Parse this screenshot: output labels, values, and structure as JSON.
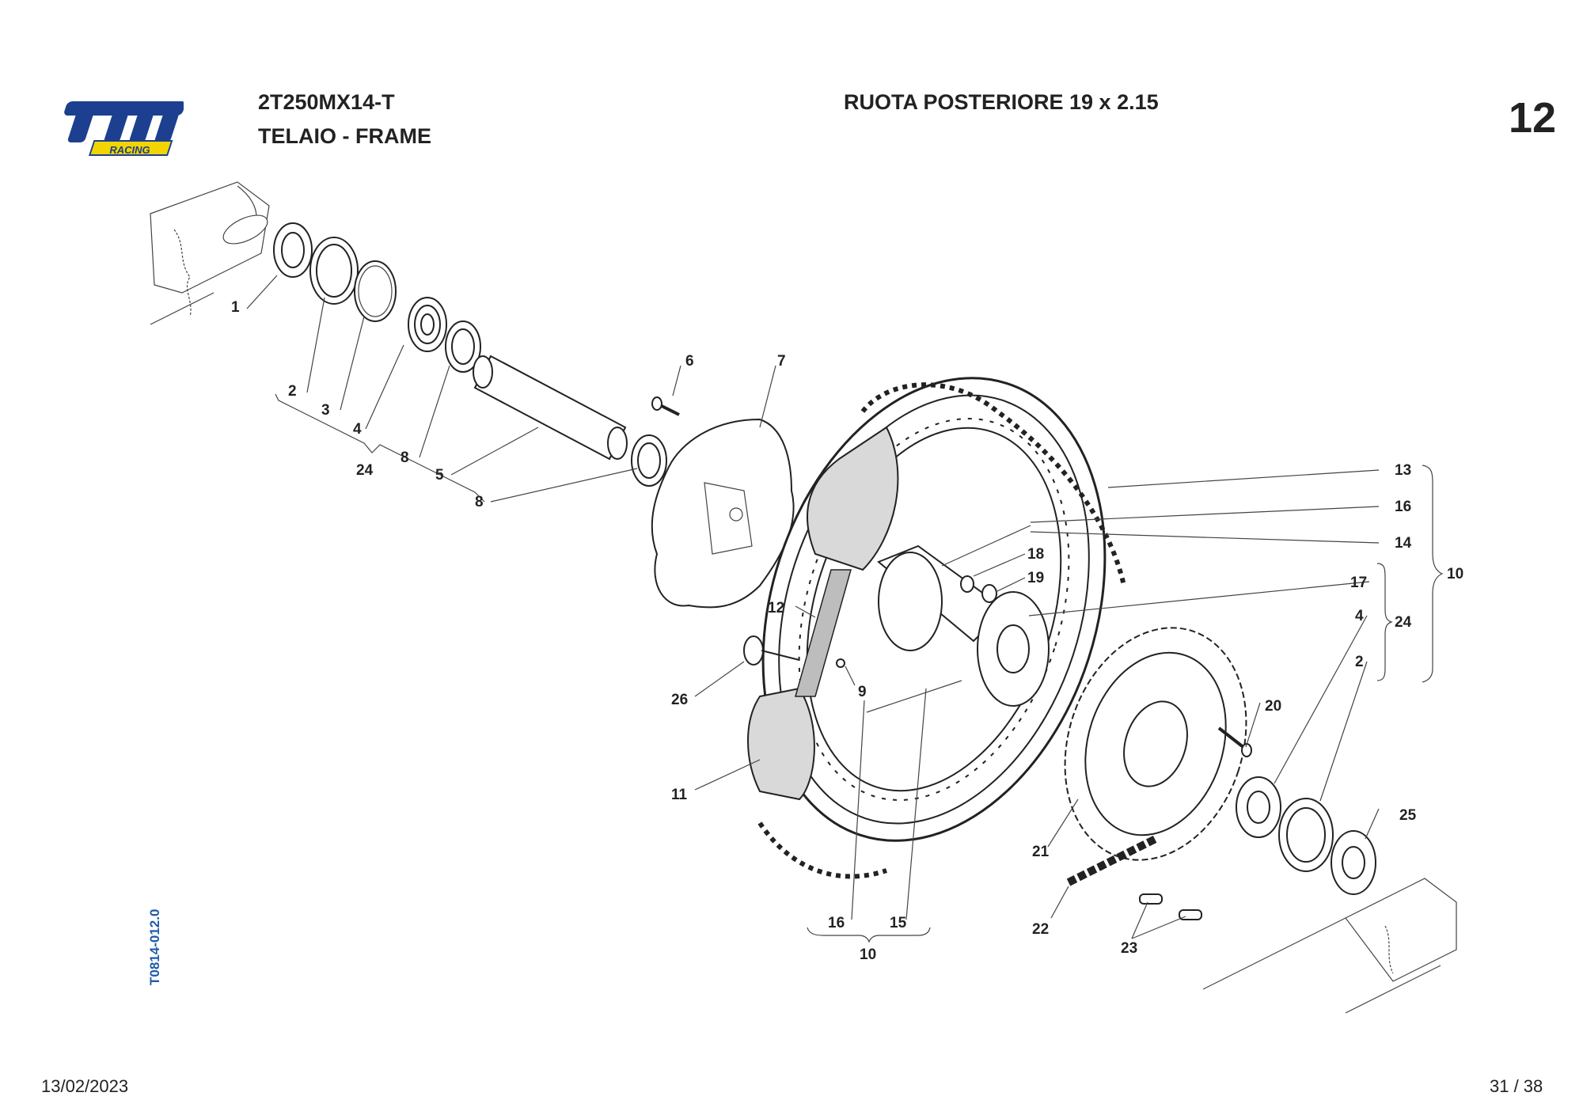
{
  "header": {
    "model": "2T250MX14-T",
    "section": "TELAIO - FRAME",
    "title": "RUOTA POSTERIORE 19 x 2.15",
    "table_number": "12"
  },
  "logo": {
    "brand": "tm",
    "sub": "RACING",
    "brand_color": "#1c3f8f",
    "accent_color": "#f2d500"
  },
  "drawing_code": "T0814-012.0",
  "footer": {
    "date": "13/02/2023",
    "page": "31 / 38"
  },
  "callouts": {
    "c1": "1",
    "c2a": "2",
    "c3": "3",
    "c4a": "4",
    "c24a": "24",
    "c8a": "8",
    "c5": "5",
    "c8b": "8",
    "c6": "6",
    "c7": "7",
    "c13": "13",
    "c16a": "16",
    "c14": "14",
    "c10a": "10",
    "c18": "18",
    "c19": "19",
    "c17": "17",
    "c4b": "4",
    "c24b": "24",
    "c2b": "2",
    "c12": "12",
    "c9": "9",
    "c26": "26",
    "c20": "20",
    "c11": "11",
    "c25": "25",
    "c21": "21",
    "c22": "22",
    "c23": "23",
    "c16b": "16",
    "c15": "15",
    "c10b": "10"
  }
}
